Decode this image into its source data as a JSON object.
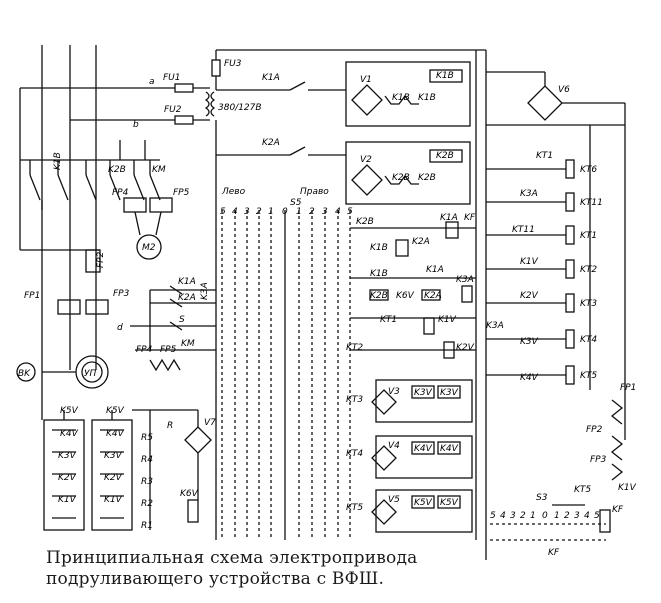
{
  "caption": {
    "line1": "Принципиальная схема электропривода",
    "line2": "подруливающего устройства с ВФШ."
  },
  "labels": {
    "fu1": "FU1",
    "fu2": "FU2",
    "fu3": "FU3",
    "volt": "380/127В",
    "a": "a",
    "b": "b",
    "d": "d",
    "s": "S",
    "s5": "S5",
    "s3": "S3",
    "r": "R",
    "k1a_top": "K1A",
    "k2a_top": "K2A",
    "k1b_coil": "K1B",
    "k2b_coil": "K2B",
    "v1": "V1",
    "v2": "V2",
    "v3": "V3",
    "v4": "V4",
    "v5": "V5",
    "v6": "V6",
    "v7": "V7",
    "k1b_c1": "K1B",
    "k1b_c2": "K1B",
    "k2b_c1": "K2B",
    "k2b_c2": "K2B",
    "k1b_main": "K1B",
    "k2b_main": "K2B",
    "km_main": "KM",
    "fp4_top": "FP4",
    "fp5_top": "FP5",
    "m2": "M2",
    "fp1": "FP1",
    "fp2": "FP2",
    "fp3": "FP3",
    "k1a_l": "K1A",
    "k2a_l": "K2A",
    "k3a_v": "K3A",
    "km_l": "KM",
    "fp4_b": "FP4",
    "fp5_b": "FP5",
    "bk": "BK",
    "m1": "УП",
    "k5v_l": "K5V",
    "k5v_r": "K5V",
    "k4v_l": "K4V",
    "k4v_r": "K4V",
    "k3v_l": "K3V",
    "k3v_r": "K3V",
    "k2v_l": "K2V",
    "k2v_r": "K2V",
    "k1v_l": "K1V",
    "k1v_r": "K1V",
    "r5": "R5",
    "r4": "R4",
    "r3": "R3",
    "r2": "R2",
    "r1": "R1",
    "k6v": "K6V",
    "levo": "Лево",
    "pravo": "Право",
    "sw_nums": [
      "5",
      "4",
      "3",
      "2",
      "1",
      "0",
      "1",
      "2",
      "3",
      "4",
      "5"
    ],
    "k2b_r": "K2B",
    "k1a_r": "K1A",
    "kf_r": "KF",
    "k1b_r": "K1B",
    "k2a_r": "K2A",
    "k1b_r2": "K1B",
    "k1a_r2": "K1A",
    "k3a_r2": "K3A",
    "k2b_r2": "K2B",
    "k6v_r": "K6V",
    "k2a_r2": "K2A",
    "kt1_r": "KT1",
    "kt2_r": "KT2",
    "kt3_r": "KT3",
    "kt4_r": "KT4",
    "kt5_r": "KT5",
    "k3v_c1": "K3V",
    "k3v_c2": "K3V",
    "k4v_c1": "K4V",
    "k4v_c2": "K4V",
    "k5v_c1": "K5V",
    "k5v_c2": "K5V",
    "kt1": "KT1",
    "kt6": "KT6",
    "k3a": "K3A",
    "kt11": "KT11",
    "kt11b": "KT11",
    "kt1b": "KT1",
    "k1v": "K1V",
    "kt2": "KT2",
    "k2v": "K2V",
    "kt3": "KT3",
    "k3a_b": "K3A",
    "k3v": "K3V",
    "kt4": "KT4",
    "k4v": "K4V",
    "kt5": "KT5",
    "fp1_r": "FP1",
    "fp2_r": "FP2",
    "fp3_r": "FP3",
    "kt5_b": "KT5",
    "k1v_b": "K1V",
    "kf_b": "KF",
    "kf_b2": "KF",
    "s3_nums": [
      "5",
      "4",
      "3",
      "2",
      "1",
      "0",
      "1",
      "2",
      "3",
      "4",
      "5"
    ]
  }
}
